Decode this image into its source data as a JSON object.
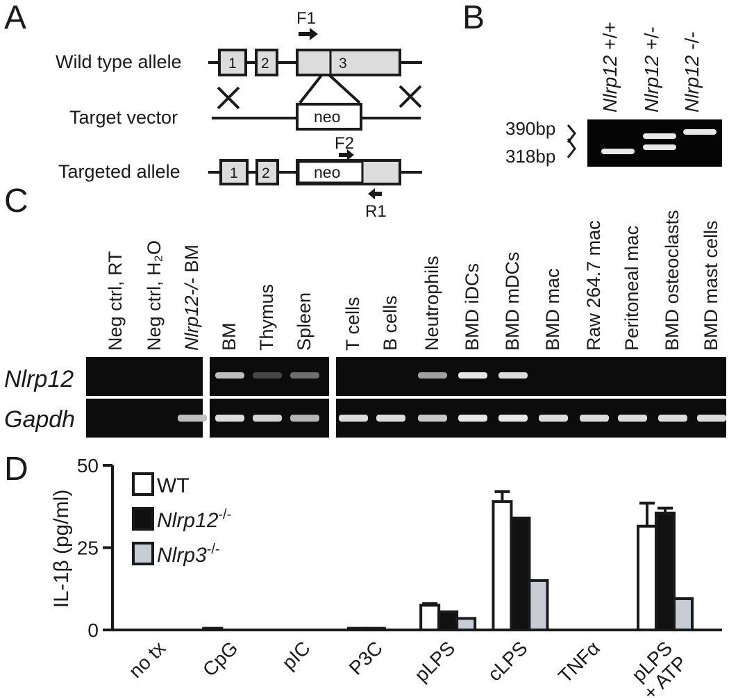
{
  "panels": {
    "a": "A",
    "b": "B",
    "c": "C",
    "d": "D"
  },
  "panel_a": {
    "wild_type_label": "Wild type allele",
    "target_vector_label": "Target vector",
    "targeted_allele_label": "Targeted allele",
    "exon1": "1",
    "exon2": "2",
    "exon3": "3",
    "neo": "neo",
    "primer_f1": "F1",
    "primer_f2": "F2",
    "primer_r1": "R1"
  },
  "panel_b": {
    "lanes": [
      {
        "gene": "Nlrp12",
        "genotype": " +/+"
      },
      {
        "gene": "Nlrp12",
        "genotype": " +/-"
      },
      {
        "gene": "Nlrp12",
        "genotype": " -/-"
      }
    ],
    "band_top": "390bp",
    "band_bottom": "318bp"
  },
  "panel_c": {
    "row1": "Nlrp12",
    "row2": "Gapdh",
    "lanes": [
      "Neg ctrl, RT",
      "Neg ctrl, H₂O",
      "Nlrp12-/- BM",
      "BM",
      "Thymus",
      "Spleen",
      "T cells",
      "B cells",
      "Neutrophils",
      "BMD iDCs",
      "BMD mDCs",
      "BMD mac",
      "Raw 264.7 mac",
      "Peritoneal mac",
      "BMD osteoclasts",
      "BMD mast cells"
    ]
  },
  "chart_data": {
    "type": "bar",
    "ylabel": "IL-1β (pg/ml)",
    "ylim": [
      0,
      50
    ],
    "yticks": [
      "0",
      "25",
      "50"
    ],
    "categories": [
      "no tx",
      "CpG",
      "pIC",
      "P3C",
      "pLPS",
      "cLPS",
      "TNFα",
      "pLPS + ATP"
    ],
    "series": [
      {
        "name": "WT",
        "values": [
          0,
          0.5,
          0,
          0.5,
          7.5,
          39,
          0,
          31.5
        ],
        "errors": [
          0,
          0,
          0,
          0,
          0.5,
          3,
          0,
          7
        ],
        "color": "#ffffff"
      },
      {
        "name": "Nlrp12-/-",
        "values": [
          0,
          0,
          0,
          0.5,
          5.5,
          34,
          0,
          35.5
        ],
        "errors": [
          0,
          0,
          0,
          0,
          0,
          0,
          0,
          1.5
        ],
        "color": "#111111"
      },
      {
        "name": "Nlrp3-/-",
        "values": [
          0,
          0,
          0,
          0,
          3.5,
          15,
          0,
          9.5
        ],
        "errors": [
          0,
          0,
          0,
          0,
          0,
          0,
          0,
          0
        ],
        "color": "#c8ccd4"
      }
    ],
    "legend": [
      {
        "base": "WT",
        "sup": ""
      },
      {
        "base": "Nlrp12",
        "sup": "-/-"
      },
      {
        "base": "Nlrp3",
        "sup": "-/-"
      }
    ],
    "legend_placement": "top-left"
  }
}
